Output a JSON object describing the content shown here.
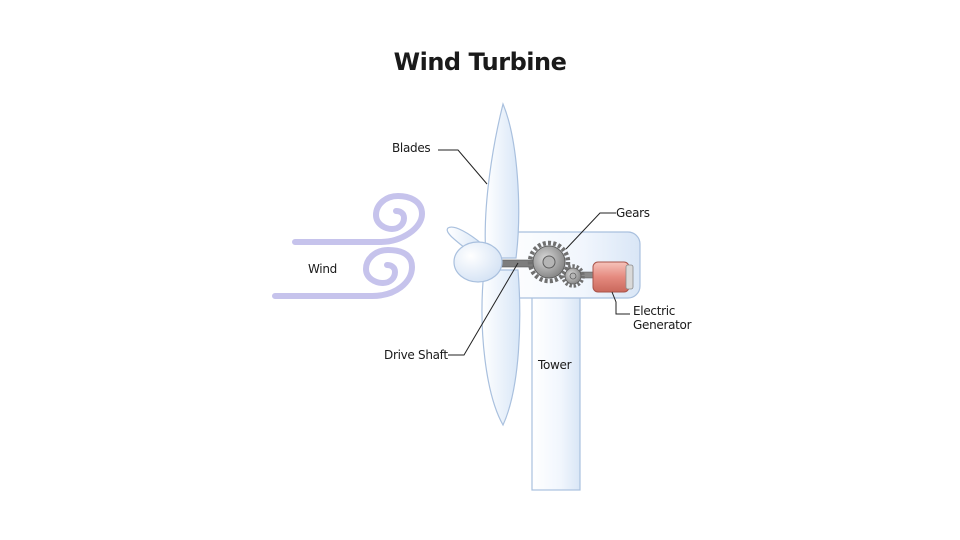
{
  "title": "Wind Turbine",
  "labels": {
    "blades": "Blades",
    "gears": "Gears",
    "wind": "Wind",
    "electric_generator": [
      "Electric",
      "Generator"
    ],
    "drive_shaft": "Drive Shaft",
    "tower": "Tower"
  },
  "colors": {
    "body_fill": "#eef4fc",
    "body_stroke": "#a9c0de",
    "wind_swirl": "#b9b6e6",
    "generator": "#e58a7f",
    "gear": "#8f8f8f",
    "leader_line": "#222222"
  }
}
